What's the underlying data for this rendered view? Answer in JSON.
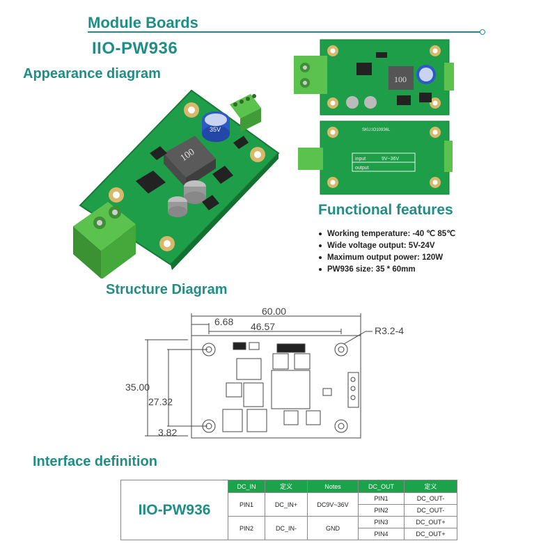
{
  "header": {
    "title": "Module Boards",
    "model": "IIO-PW936"
  },
  "sections": {
    "appearance": "Appearance diagram",
    "functional": "Functional features",
    "structure": "Structure Diagram",
    "interface": "Interface definition"
  },
  "features": [
    "Working temperature: -40 ℃ 85℃",
    "Wide voltage output: 5V-24V",
    "Maximum output power: 120W",
    "PW936 size: 35 * 60mm"
  ],
  "photos": {
    "inductor_marking": "100",
    "capacitor_marking": "35V",
    "back_input_label": "input",
    "back_output_label": "output",
    "back_range": "9V~36V",
    "back_sku": "SKU:IO10936L"
  },
  "dimensions": {
    "width": "60.00",
    "hole_offset": "6.68",
    "hole_spacing": "46.57",
    "hole_spec": "R3.2-4",
    "height": "35.00",
    "hole_vertical": "27.32",
    "bottom_offset": "3.82"
  },
  "interface_table": {
    "model": "IIO-PW936",
    "headers": [
      "DC_IN",
      "定义",
      "Notes",
      "DC_OUT",
      "定义"
    ],
    "in_rows": [
      {
        "pin": "PIN1",
        "def": "DC_IN+",
        "note": "DC9V~36V"
      },
      {
        "pin": "PIN2",
        "def": "DC_IN-",
        "note": "GND"
      }
    ],
    "out_rows": [
      {
        "pin": "PIN1",
        "def": "DC_OUT-"
      },
      {
        "pin": "PIN2",
        "def": "DC_OUT-"
      },
      {
        "pin": "PIN3",
        "def": "DC_OUT+"
      },
      {
        "pin": "PIN4",
        "def": "DC_OUT+"
      }
    ]
  },
  "colors": {
    "accent": "#1f8f86",
    "pcb": "#1e9e48",
    "terminal": "#5cc24e",
    "table_header": "#1aa34a",
    "gold": "#d8b86a"
  }
}
